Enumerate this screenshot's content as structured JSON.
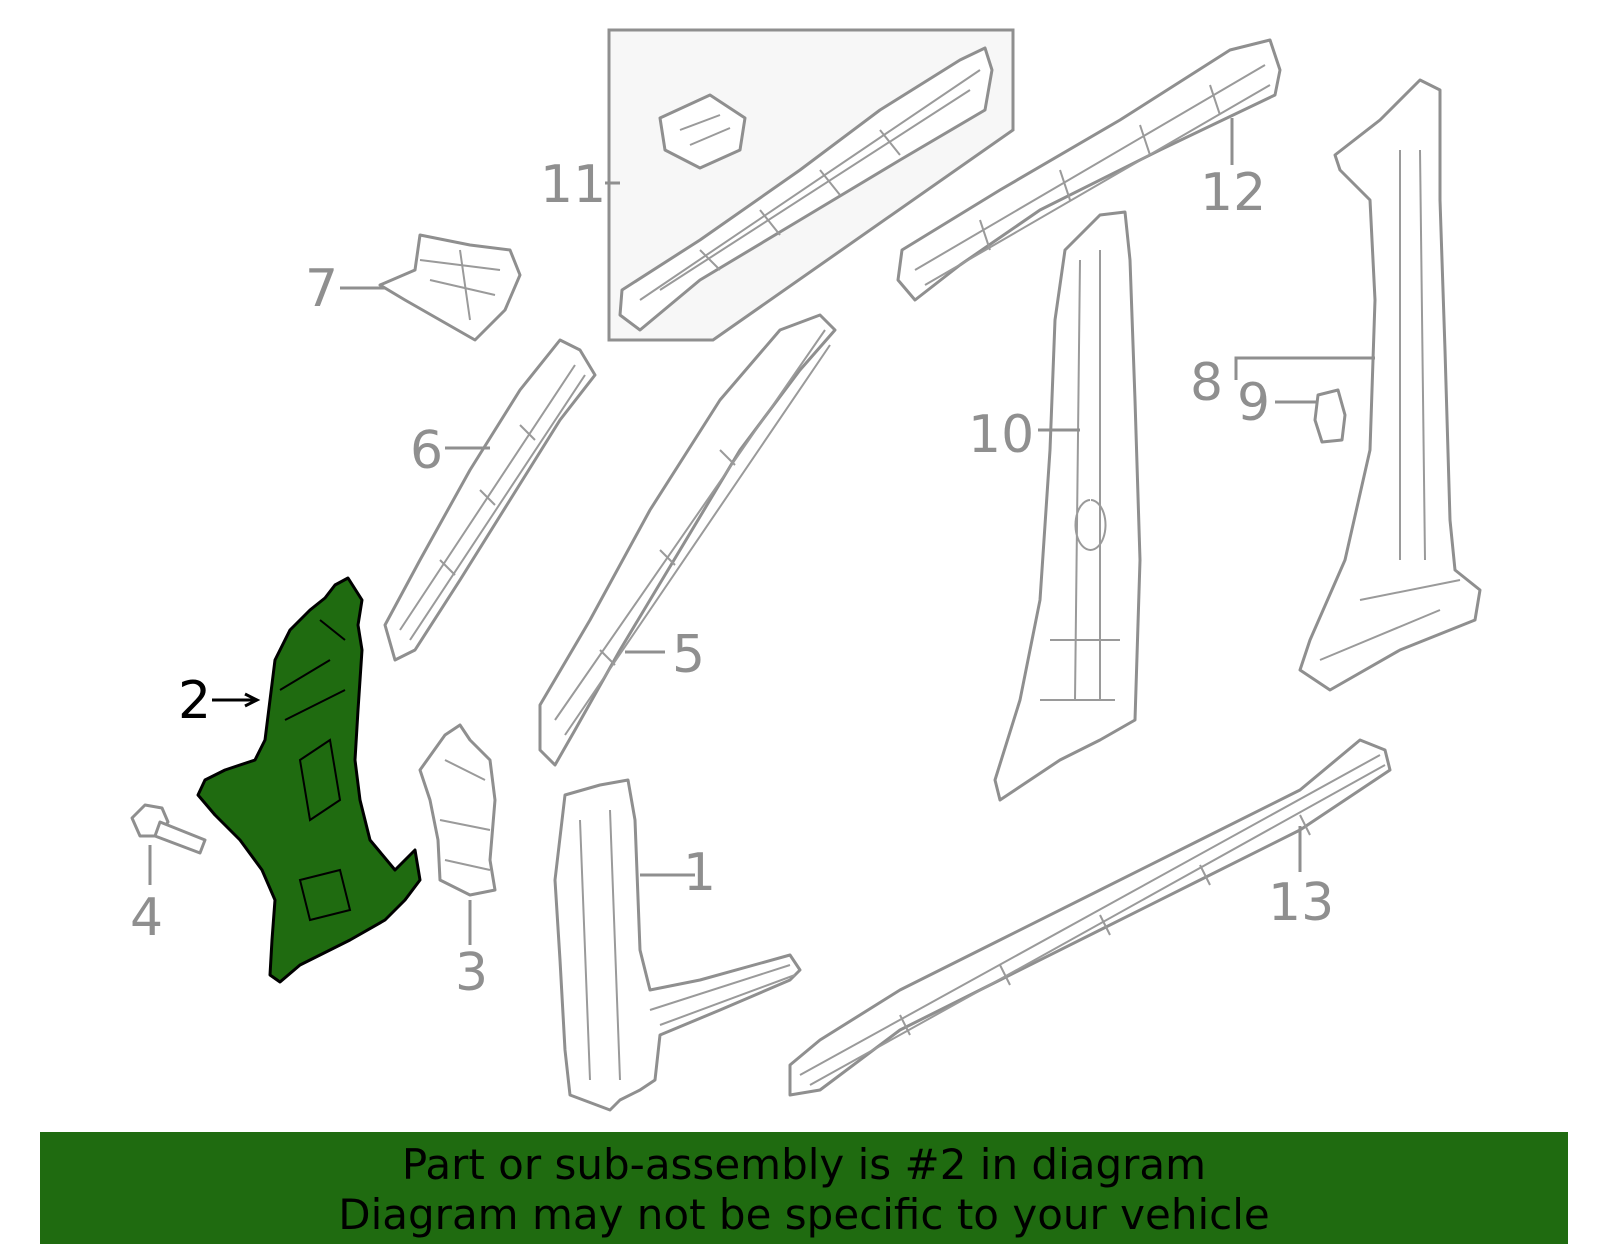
{
  "diagram": {
    "highlight_color": "#1f6b10",
    "line_color": "#8f8f8f",
    "highlighted_part": "2",
    "callouts": [
      "1",
      "2",
      "3",
      "4",
      "5",
      "6",
      "7",
      "8",
      "9",
      "10",
      "11",
      "12",
      "13"
    ]
  },
  "banner": {
    "line1": "Part or sub-assembly is #2 in diagram",
    "line2": "Diagram may not be specific to your vehicle",
    "background": "#1f6b10"
  }
}
